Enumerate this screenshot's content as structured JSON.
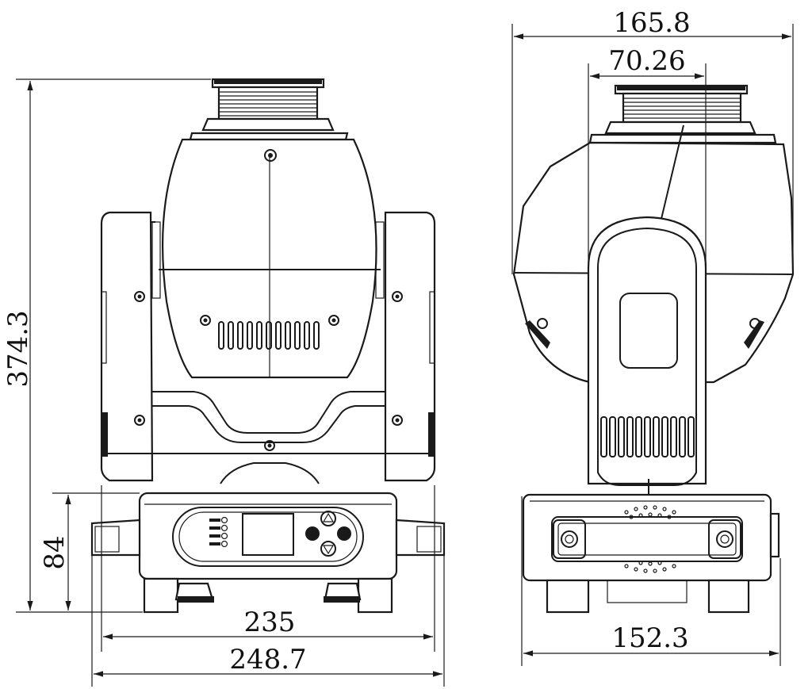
{
  "front_view": {
    "dim_height_total": "374.3",
    "dim_base_height": "84",
    "dim_width_inner": "235",
    "dim_width_outer": "248.7"
  },
  "side_view": {
    "dim_width_top": "165.8",
    "dim_lens_width": "70.26",
    "dim_base_width": "152.3"
  },
  "colors": {
    "line": "#1a1a1a",
    "background": "#ffffff"
  }
}
